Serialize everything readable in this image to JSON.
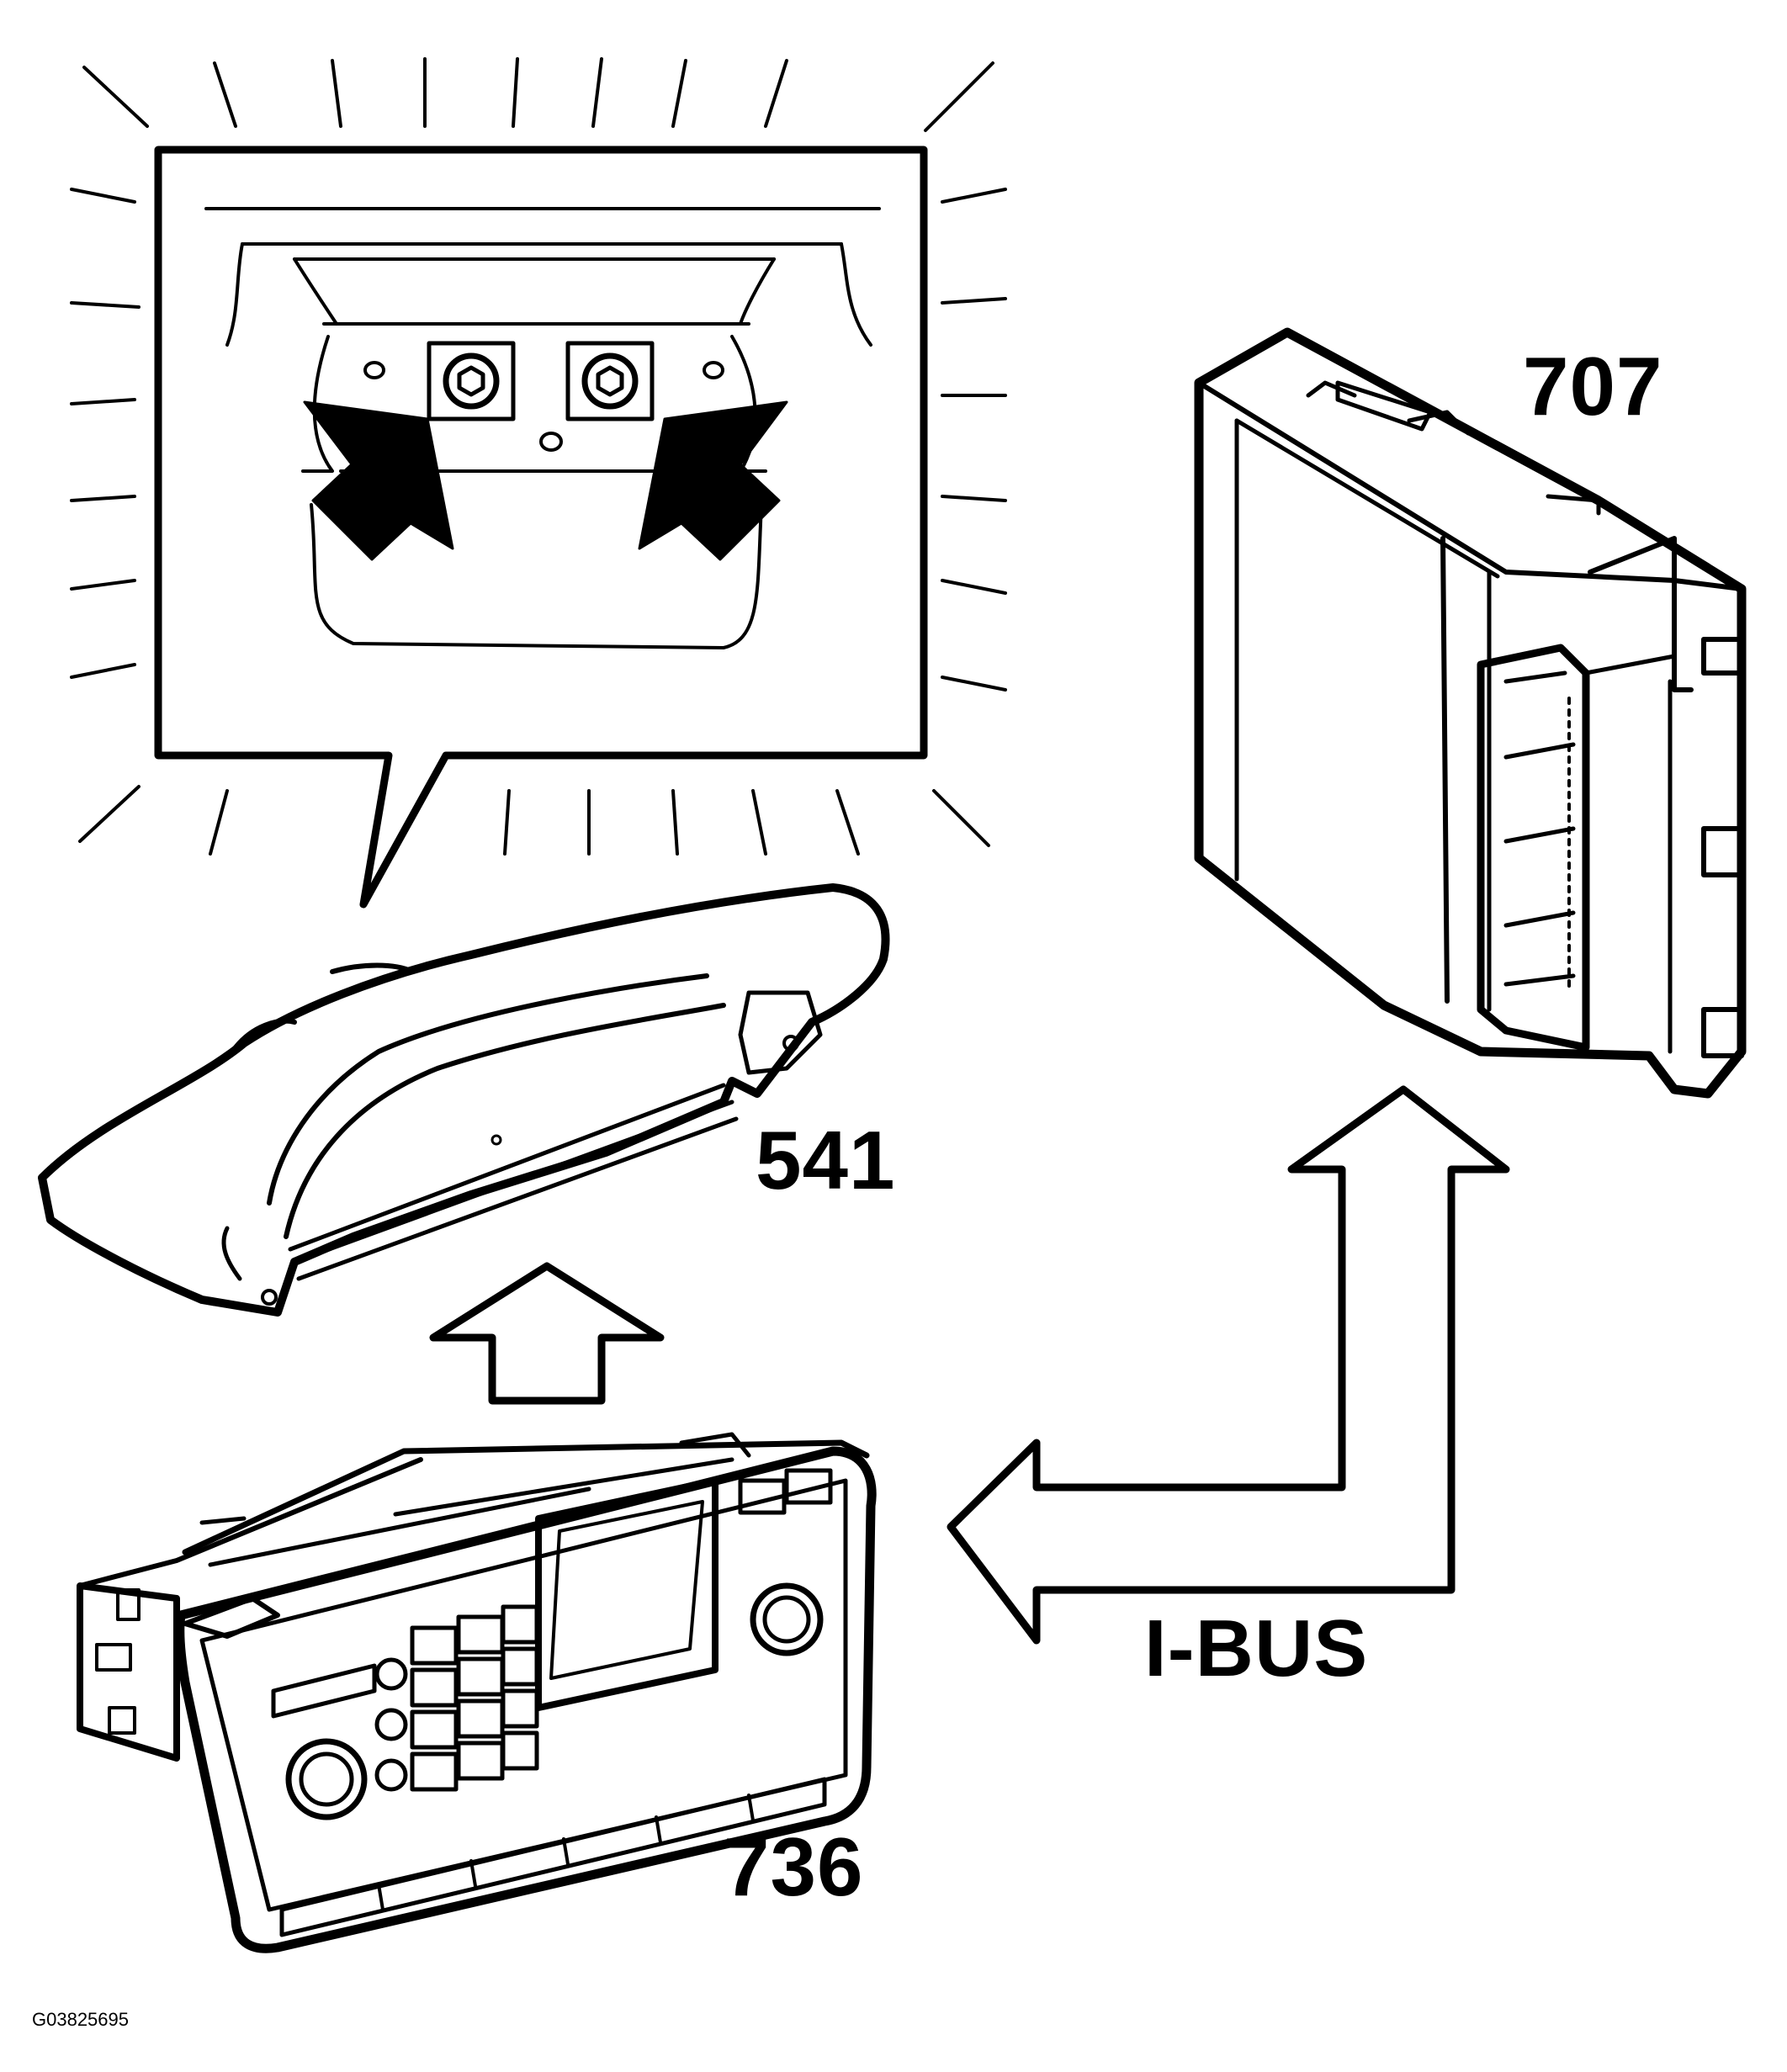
{
  "diagram": {
    "labels": {
      "module_707": "707",
      "instrument_541": "541",
      "radio_736": "736",
      "bus": "I-BUS"
    },
    "figure_id": "G03825695",
    "colors": {
      "ink": "#000000",
      "paper": "#ffffff"
    }
  }
}
